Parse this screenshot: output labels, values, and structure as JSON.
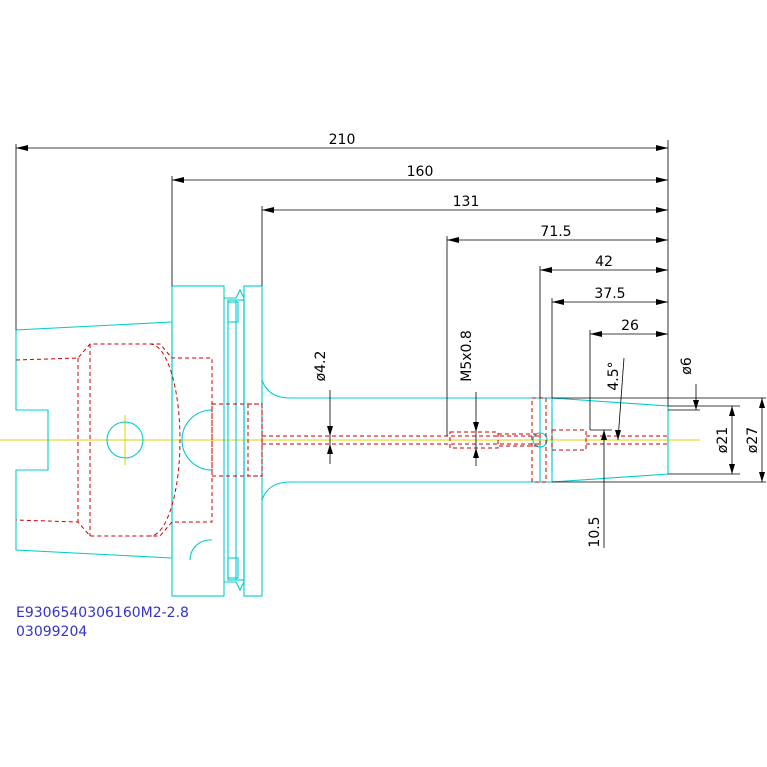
{
  "drawing": {
    "dimensions": {
      "d210": "210",
      "d160": "160",
      "d131": "131",
      "d71_5": "71.5",
      "d42": "42",
      "d37_5": "37.5",
      "d26": "26",
      "phi4_2": "ø4.2",
      "m5": "M5x0.8",
      "angle": "4.5°",
      "phi6": "ø6",
      "phi21": "ø21",
      "phi27": "ø27",
      "d10_5": "10.5"
    },
    "part_number": "E9306540306160M2-2.8",
    "drawing_number": "03099204",
    "colors": {
      "outline": "#00cccc",
      "hidden": "#cc0000",
      "centerline": "#e6d200",
      "dimension": "#000000",
      "text": "#3333cc"
    }
  }
}
